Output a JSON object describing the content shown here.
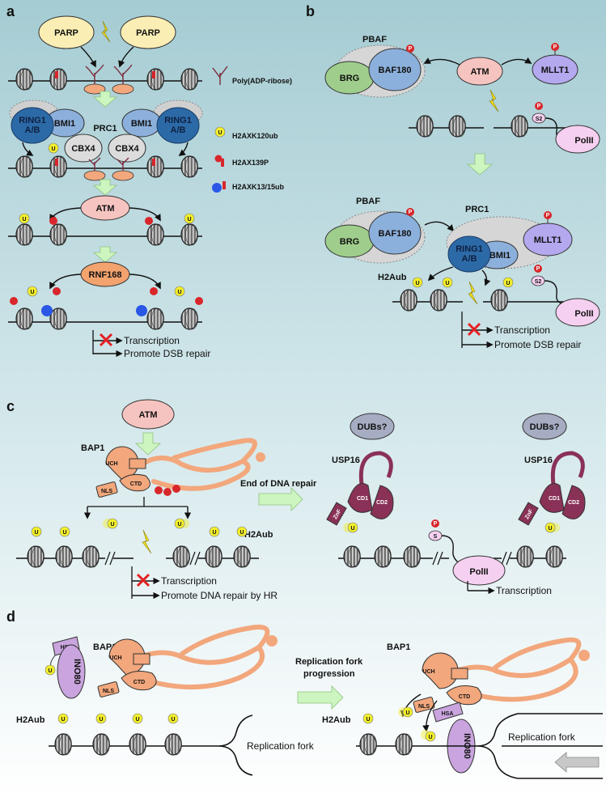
{
  "panels": {
    "a": {
      "letter": "a",
      "parp_left": "PARP",
      "parp_right": "PARP",
      "ring1_left_1": "RING1",
      "ring1_left_2": "A/B",
      "bmi1_left": "BMI1",
      "prc1": "PRC1",
      "bmi1_right": "BMI1",
      "ring1_right_1": "RING1",
      "ring1_right_2": "A/B",
      "cbx4_left": "CBX4",
      "cbx4_right": "CBX4",
      "atm": "ATM",
      "rnf168": "RNF168",
      "transcription": "Transcription",
      "promote": "Promote DSB repair",
      "legend": [
        "Poly(ADP-ribose)",
        "H2AXK120ub",
        "H2AX139P",
        "H2AXK13/15ub"
      ]
    },
    "b": {
      "letter": "b",
      "pbaf_top": "PBAF",
      "brg_top": "BRG",
      "baf180_top": "BAF180",
      "atm": "ATM",
      "mllt1_top": "MLLT1",
      "s2_top": "S2",
      "polii_top": "PolII",
      "pbaf_bottom": "PBAF",
      "prc1": "PRC1",
      "brg_bottom": "BRG",
      "baf180_bottom": "BAF180",
      "ring1_1": "RING1",
      "ring1_2": "A/B",
      "bmi1": "BMI1",
      "mllt1_bottom": "MLLT1",
      "h2aub": "H2Aub",
      "s2_bottom": "S2",
      "polii_bottom": "PolII",
      "transcription": "Transcription",
      "promote": "Promote DSB repair"
    },
    "c": {
      "letter": "c",
      "atm": "ATM",
      "bap1": "BAP1",
      "uch": "UCH",
      "ctd": "CTD",
      "nls": "NLS",
      "h2aub": "H2Aub",
      "transcription": "Transcription",
      "promote": "Promote DNA repair by HR",
      "end_repair": "End of DNA repair",
      "dubs_left": "DUBs?",
      "dubs_right": "DUBs?",
      "usp16_left": "USP16",
      "usp16_right": "USP16",
      "cd1": "CD1",
      "cd2": "CD2",
      "znf": "ZnF",
      "s": "S",
      "polii": "PolII",
      "transcription_right": "Transcription"
    },
    "d": {
      "letter": "d",
      "hsa_left": "HSA",
      "ino80_left": "INO80",
      "bap1_left": "BAP1",
      "uch_left": "UCH",
      "ctd_left": "CTD",
      "nls_left": "NLS",
      "h2aub_left": "H2Aub",
      "fork_left": "Replication fork",
      "progression_1": "Replication fork",
      "progression_2": "progression",
      "bap1_right": "BAP1",
      "uch_right": "UCH",
      "ctd_right": "CTD",
      "nls_right": "NLS",
      "hsa_right": "HSA",
      "ino80_right": "INO80",
      "h2aub_right": "H2Aub",
      "fork_right": "Replication fork"
    }
  },
  "symbols": {
    "ub": "U",
    "phos": "P"
  },
  "colors": {
    "parp": "#fbeeb4",
    "ring1": "#2c6aa7",
    "bmi1": "#8cb0dc",
    "cbx4": "#dcdcdc",
    "atm": "#f6c4c0",
    "rnf168": "#f2a36e",
    "brg": "#9fce8c",
    "mllt1": "#b4a8ee",
    "polii": "#f6d0f0",
    "dubs": "#a6acc2",
    "usp16": "#8a3158",
    "bap1": "#f2a77c",
    "ino80": "#c9a4de",
    "ub_yellow": "#f2ee2c",
    "phos_red": "#d8262b",
    "ub13": "#2a57e6",
    "cross": "#e51f23",
    "arrow_green": "#cdf5c0",
    "bg_top": "#a5ccd3"
  }
}
